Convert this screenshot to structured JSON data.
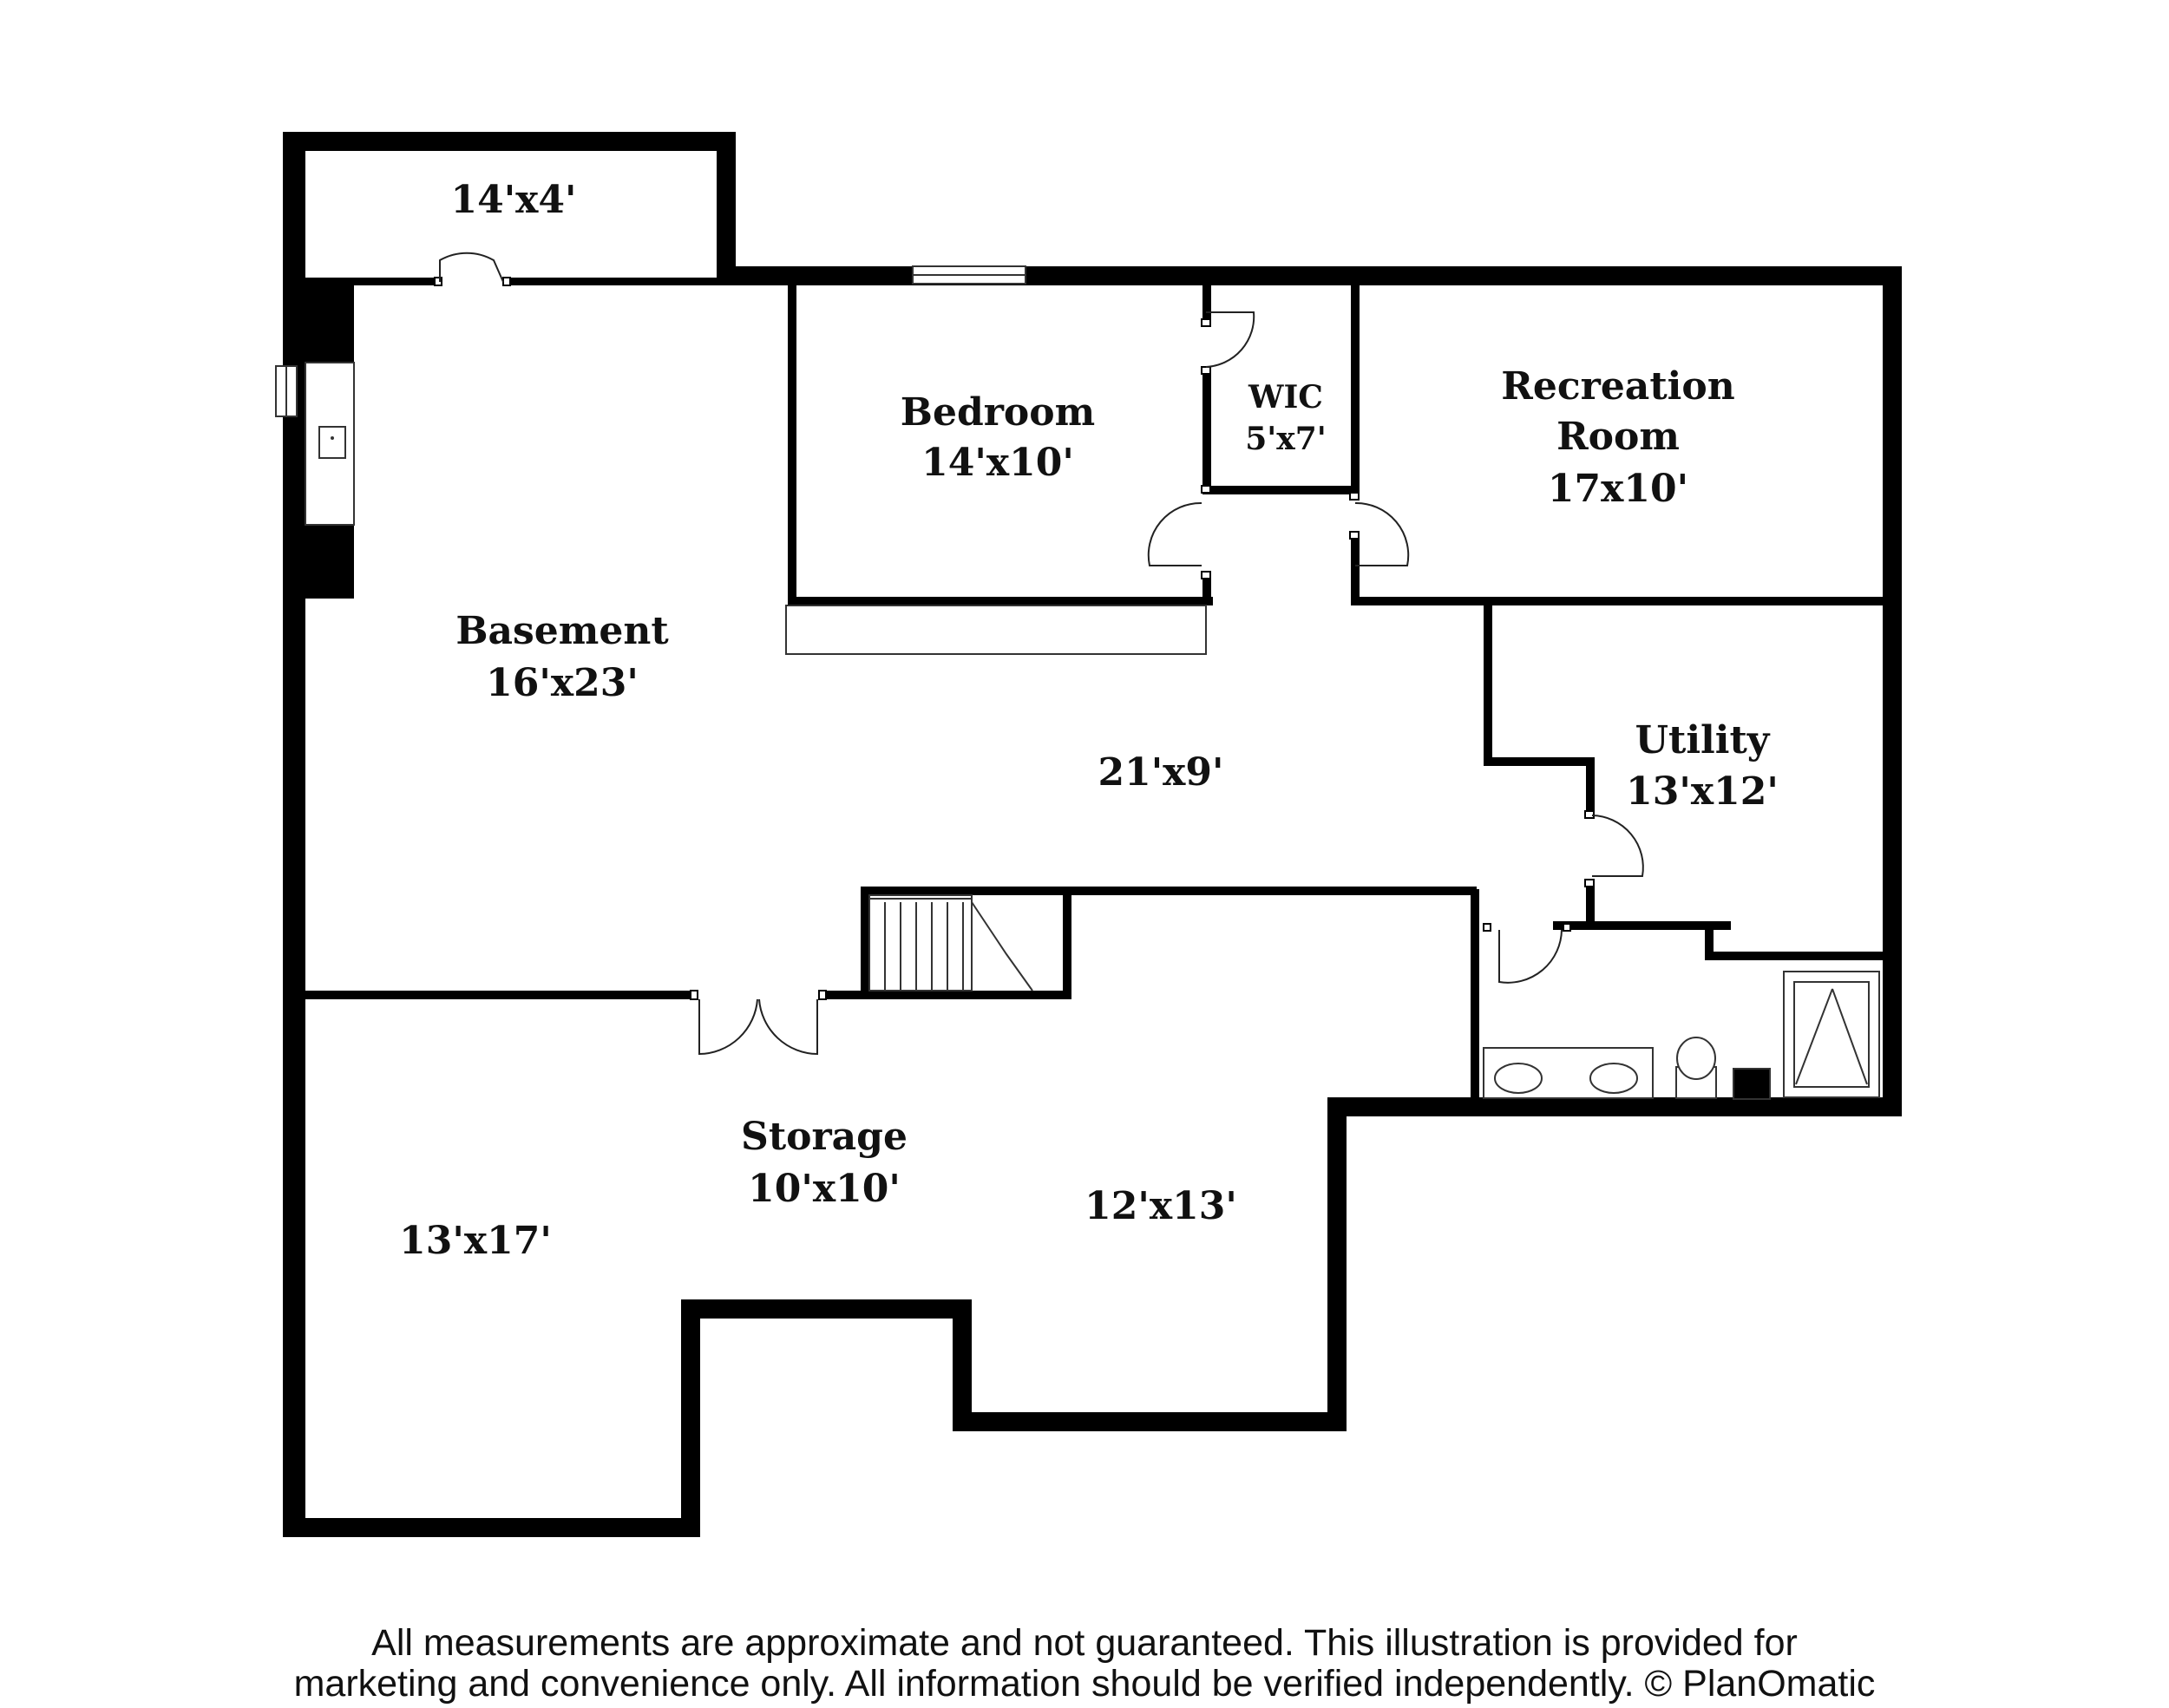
{
  "rooms": {
    "closet": {
      "size": "14'x4'"
    },
    "bedroom": {
      "name": "Bedroom",
      "size": "14'x10'"
    },
    "wic": {
      "name": "WIC",
      "size": "5'x7'"
    },
    "recreation": {
      "name_line1": "Recreation",
      "name_line2": "Room",
      "size": "17x10'"
    },
    "basement": {
      "name": "Basement",
      "size": "16'x23'"
    },
    "hall": {
      "size": "21'x9'"
    },
    "utility": {
      "name": "Utility",
      "size": "13'x12'"
    },
    "storage": {
      "name": "Storage",
      "size": "10'x10'"
    },
    "storage_west": {
      "size": "13'x17'"
    },
    "storage_east": {
      "size": "12'x13'"
    }
  },
  "disclaimer": {
    "line1": "All measurements are approximate and not guaranteed. This illustration is provided for",
    "line2": "marketing and convenience only. All information should be verified independently. © PlanOmatic"
  },
  "colors": {
    "wall": "#000000",
    "background": "#ffffff",
    "fixture": "#555555"
  }
}
